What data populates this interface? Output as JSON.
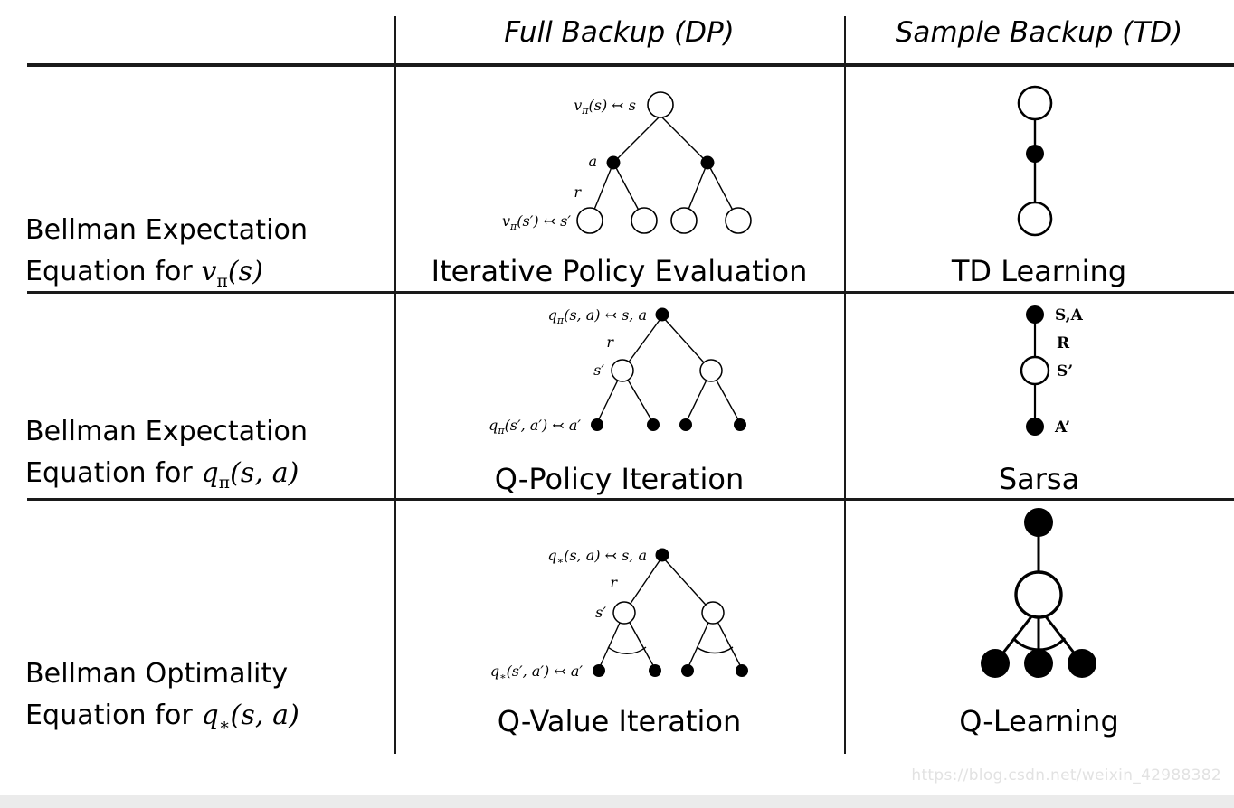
{
  "table": {
    "corner_label": "",
    "columns": [
      {
        "id": "dp",
        "label": "Full Backup (DP)"
      },
      {
        "id": "td",
        "label": "Sample Backup (TD)"
      }
    ],
    "rows": [
      {
        "id": "row-v-pi",
        "label_line1": "Bellman Expectation",
        "label_line2_prefix": "Equation for ",
        "label_math": "v",
        "label_sub": "π",
        "label_args": "(s)",
        "dp_method": "Iterative Policy Evaluation",
        "td_method": "TD Learning",
        "dp_diagram": {
          "type": "v-pi-full-backup",
          "root_node": "open-circle",
          "labels": {
            "root": "vπ(s) ↢ s",
            "action": "a",
            "reward": "r",
            "leaf": "vπ(s′) ↢ s′"
          },
          "level2_nodes": "filled-dot",
          "leaf_nodes": "open-circle",
          "leaf_count": 4
        },
        "td_diagram": {
          "type": "td-chain",
          "nodes": [
            "open-circle",
            "filled-dot",
            "open-circle"
          ],
          "labels": []
        }
      },
      {
        "id": "row-q-pi",
        "label_line1": "Bellman Expectation",
        "label_line2_prefix": "Equation for ",
        "label_math": "q",
        "label_sub": "π",
        "label_args": "(s, a)",
        "dp_method": "Q-Policy Iteration",
        "td_method": "Sarsa",
        "dp_diagram": {
          "type": "q-pi-full-backup",
          "root_node": "filled-dot",
          "labels": {
            "root": "qπ(s, a) ↢ s, a",
            "reward": "r",
            "state": "s′",
            "leaf": "qπ(s′, a′) ↢ a′"
          },
          "level2_nodes": "open-circle",
          "leaf_nodes": "filled-dot",
          "leaf_count": 4
        },
        "td_diagram": {
          "type": "sarsa-chain",
          "nodes": [
            "filled-dot",
            "open-circle",
            "filled-dot"
          ],
          "labels": [
            "S,A",
            "R",
            "S’",
            "A’"
          ]
        }
      },
      {
        "id": "row-q-star",
        "label_line1": "Bellman Optimality",
        "label_line2_prefix": "Equation for ",
        "label_math": "q",
        "label_sub": "∗",
        "label_args": "(s, a)",
        "dp_method": "Q-Value Iteration",
        "td_method": "Q-Learning",
        "dp_diagram": {
          "type": "q-star-full-backup",
          "root_node": "filled-dot",
          "labels": {
            "root": "q∗(s, a) ↢ s, a",
            "reward": "r",
            "state": "s′",
            "leaf": "q∗(s′, a′) ↢ a′"
          },
          "level2_nodes": "open-circle",
          "leaf_nodes": "filled-dot",
          "leaf_count": 4,
          "max_arcs": true
        },
        "td_diagram": {
          "type": "q-learning-tree",
          "nodes": [
            "filled-dot",
            "open-circle",
            "filled-dot",
            "filled-dot",
            "filled-dot"
          ],
          "max_arc": true,
          "labels": []
        }
      }
    ]
  },
  "watermark": "https://blog.csdn.net/weixin_42988382",
  "colors": {
    "ink": "#000000",
    "rule": "#1a1a1a",
    "watermark": "#e2e2e2",
    "bottom_bar": "#ebebeb"
  }
}
